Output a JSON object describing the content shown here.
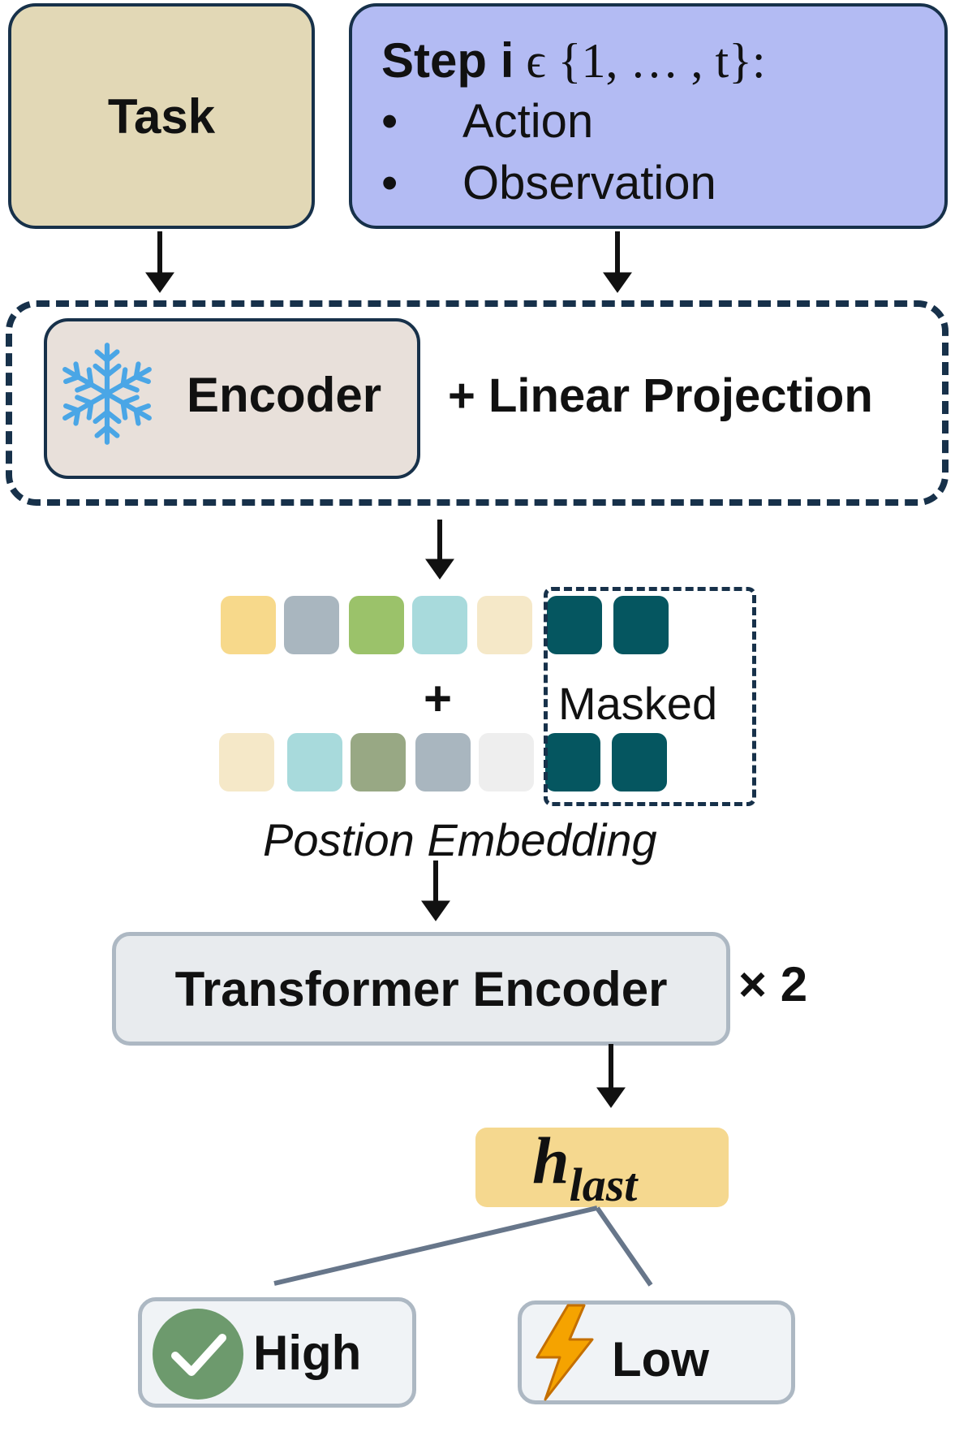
{
  "task": {
    "label": "Task"
  },
  "step": {
    "title_bold": "Step i",
    "title_rest": " ϵ {1, … , t}:",
    "items": [
      "Action",
      "Observation"
    ],
    "bullet": "•"
  },
  "encoder": {
    "label": "Encoder",
    "icon": "snowflake-icon"
  },
  "projection": {
    "label": "+ Linear Projection"
  },
  "tokens": {
    "plus": "+",
    "masked_label": "Masked",
    "row1_colors": [
      "#f7d98b",
      "#a9b6bf",
      "#9bc26a",
      "#a8dadc",
      "#f5e8c8",
      "#055660",
      "#055660"
    ],
    "row2_colors": [
      "#f5e8c8",
      "#a8dadc",
      "#98a884",
      "#a9b6bf",
      "#eeeeee",
      "#055660",
      "#055660"
    ]
  },
  "position_embedding": {
    "label": "Postion Embedding"
  },
  "transformer": {
    "label": "Transformer Encoder",
    "repeat": "× 2"
  },
  "hidden": {
    "base": "h",
    "subscript": "last"
  },
  "outputs": {
    "high": {
      "label": "High",
      "icon": "check-circle-icon"
    },
    "low": {
      "label": "Low",
      "icon": "lightning-icon"
    }
  },
  "colors": {
    "task_bg": "#e2d8b6",
    "step_bg": "#b3bbf3",
    "outline": "#17314a",
    "encoder_bg": "#e8e0da",
    "snowflake": "#4aa6e6",
    "hlast_bg": "#f5d88f",
    "check_bg": "#6d9a6d",
    "bolt": "#f5a300"
  }
}
